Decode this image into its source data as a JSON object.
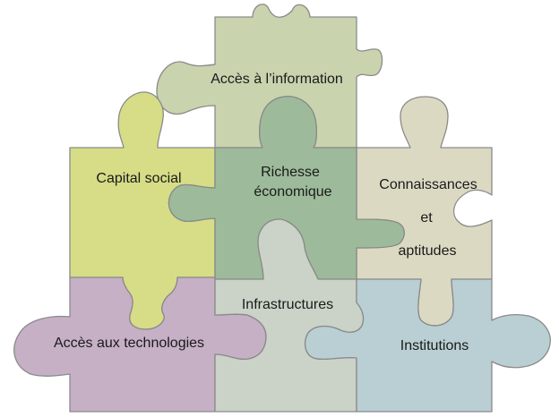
{
  "pieces": {
    "acces_information": {
      "label": "Accès à l’information",
      "color": "#c9d3ae"
    },
    "capital_social": {
      "label": "Capital social",
      "color": "#d6dd86"
    },
    "richesse": {
      "line1": "Richesse",
      "line2": "économique",
      "color": "#9dbb9a"
    },
    "connaissances": {
      "line1": "Connaissances",
      "line2": "et",
      "line3": "aptitudes",
      "color": "#dcd9c3"
    },
    "acces_technologies": {
      "label": "Accès aux technologies",
      "color": "#c6b0c6"
    },
    "infrastructures": {
      "label": "Infrastructures",
      "color": "#cbd3c8"
    },
    "institutions": {
      "label": "Institutions",
      "color": "#b9cfd3"
    }
  }
}
